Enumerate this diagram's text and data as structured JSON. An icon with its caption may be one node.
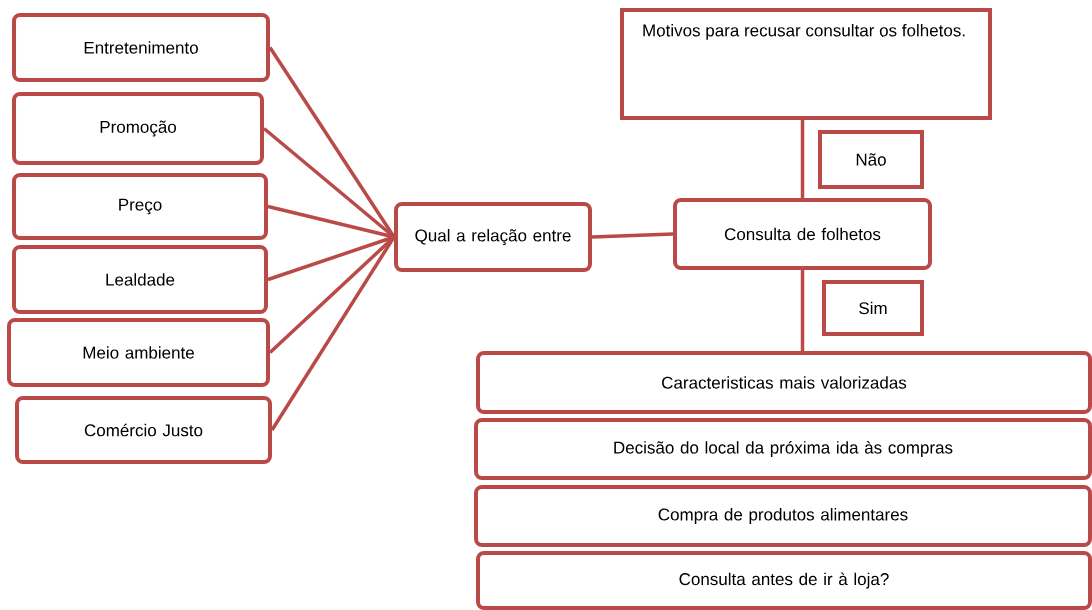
{
  "diagram": {
    "nodes": [
      {
        "text": [
          "Entretenimento"
        ]
      },
      {
        "text": [
          "Promoção"
        ]
      },
      {
        "text": [
          "Preço"
        ]
      },
      {
        "text": [
          "Lealdade"
        ]
      },
      {
        "text": [
          "Meio ambiente"
        ]
      },
      {
        "text": [
          "Comércio Justo"
        ]
      },
      {
        "text": [
          "Qual a relação entre"
        ]
      },
      {
        "text": [
          "Motivos para recusar consultar os folhetos."
        ]
      },
      {
        "text": [
          "Não"
        ]
      },
      {
        "text": [
          "Consulta de folhetos"
        ]
      },
      {
        "text": [
          "Sim"
        ]
      },
      {
        "text": [
          "Caracteristicas mais valorizadas"
        ]
      },
      {
        "text": [
          "Decisão do local da próxima ida às compras"
        ]
      },
      {
        "text": [
          "Compra de produtos alimentares"
        ]
      },
      {
        "text": [
          "Consulta antes de ir à loja?"
        ]
      }
    ],
    "edges": [
      {
        "from": 0,
        "to": 6,
        "arrow": "none"
      },
      {
        "from": 1,
        "to": 6,
        "arrow": "none"
      },
      {
        "from": 2,
        "to": 6,
        "arrow": "none"
      },
      {
        "from": 3,
        "to": 6,
        "arrow": "none"
      },
      {
        "from": 4,
        "to": 6,
        "arrow": "none"
      },
      {
        "from": 5,
        "to": 6,
        "arrow": "none"
      },
      {
        "from": 6,
        "to": 9,
        "arrow": "none"
      },
      {
        "from": 9,
        "to": 7,
        "arrow": "none"
      },
      {
        "from": 9,
        "to": 11,
        "arrow": "none"
      }
    ]
  }
}
